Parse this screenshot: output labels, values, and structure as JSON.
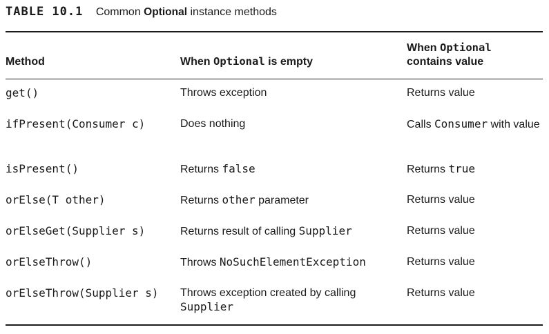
{
  "caption": {
    "number": "TABLE 10.1",
    "text_before": "Common",
    "code": "Optional",
    "text_after": "instance methods"
  },
  "header": {
    "method": "Method",
    "empty_before": "When",
    "empty_code": "Optional",
    "empty_after": "is empty",
    "value_before": "When",
    "value_code": "Optional",
    "value_after": "contains value"
  },
  "rows": [
    {
      "method": "get()",
      "empty": [
        {
          "t": "Throws exception"
        }
      ],
      "value": [
        {
          "t": "Returns value"
        }
      ]
    },
    {
      "method": "ifPresent(Consumer c)",
      "empty": [
        {
          "t": "Does nothing"
        }
      ],
      "value": [
        {
          "t": "Calls "
        },
        {
          "c": "Consumer"
        },
        {
          "t": " with value"
        }
      ]
    },
    {
      "method": "isPresent()",
      "empty": [
        {
          "t": "Returns "
        },
        {
          "c": "false"
        }
      ],
      "value": [
        {
          "t": "Returns "
        },
        {
          "c": "true"
        }
      ]
    },
    {
      "method": "orElse(T other)",
      "empty": [
        {
          "t": "Returns "
        },
        {
          "c": "other"
        },
        {
          "t": " parameter"
        }
      ],
      "value": [
        {
          "t": "Returns value"
        }
      ]
    },
    {
      "method": "orElseGet(Supplier s)",
      "empty": [
        {
          "t": "Returns result of calling "
        },
        {
          "c": "Supplier"
        }
      ],
      "value": [
        {
          "t": "Returns value"
        }
      ]
    },
    {
      "method": "orElseThrow()",
      "empty": [
        {
          "t": "Throws "
        },
        {
          "c": "NoSuchElementException"
        }
      ],
      "value": [
        {
          "t": "Returns value"
        }
      ]
    },
    {
      "method": "orElseThrow(Supplier s)",
      "empty": [
        {
          "t": "Throws exception created by calling "
        },
        {
          "c": "Supplier"
        }
      ],
      "value": [
        {
          "t": "Returns value"
        }
      ]
    }
  ]
}
